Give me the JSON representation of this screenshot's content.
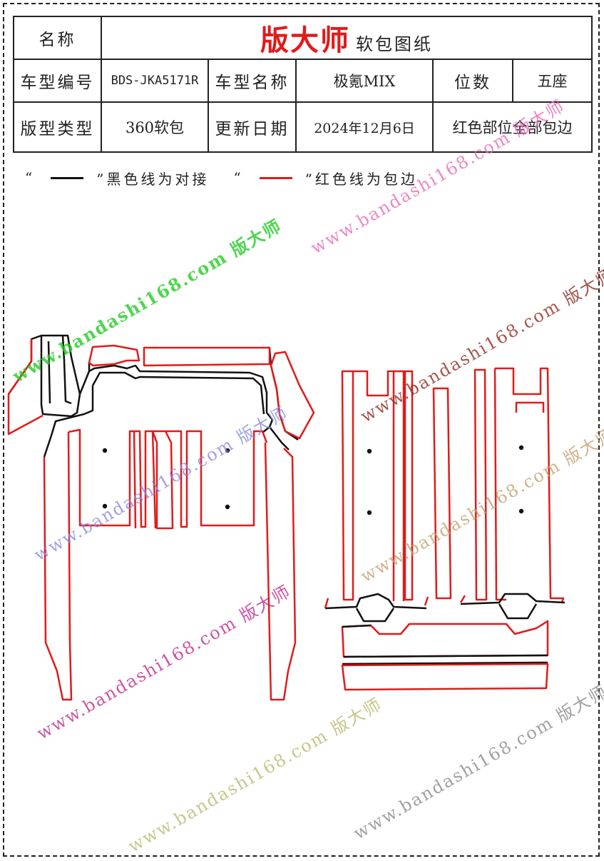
{
  "header": {
    "label_name": "名称",
    "brand": "版大师",
    "doc_title": "软包图纸"
  },
  "rows": [
    {
      "label_a": "车型编号",
      "value_a": "BDS-JKA5171R",
      "label_b": "车型名称",
      "value_b": "极氪MIX",
      "label_c": "位数",
      "value_c": "五座"
    },
    {
      "label_a": "版型类型",
      "value_a": "360软包",
      "label_b": "更新日期",
      "value_b": "2024年12月6日",
      "note": "红色部位全部包边"
    }
  ],
  "legend": {
    "black_open": "“",
    "black_close": "”黑色线为对接",
    "red_open": "“",
    "red_close": "”红色线为包边"
  },
  "watermark": {
    "text": "www.bandashi168.com 版大师",
    "colors": [
      "#22cc22",
      "#e86ab8",
      "#8f2a1f",
      "#8a8ae0",
      "#c2a070",
      "#c02a8a",
      "#b8b870",
      "#8a8a8a"
    ]
  },
  "colors": {
    "line_black": "#111111",
    "line_red": "#e21a1a",
    "brand_red": "#e21a1a"
  }
}
